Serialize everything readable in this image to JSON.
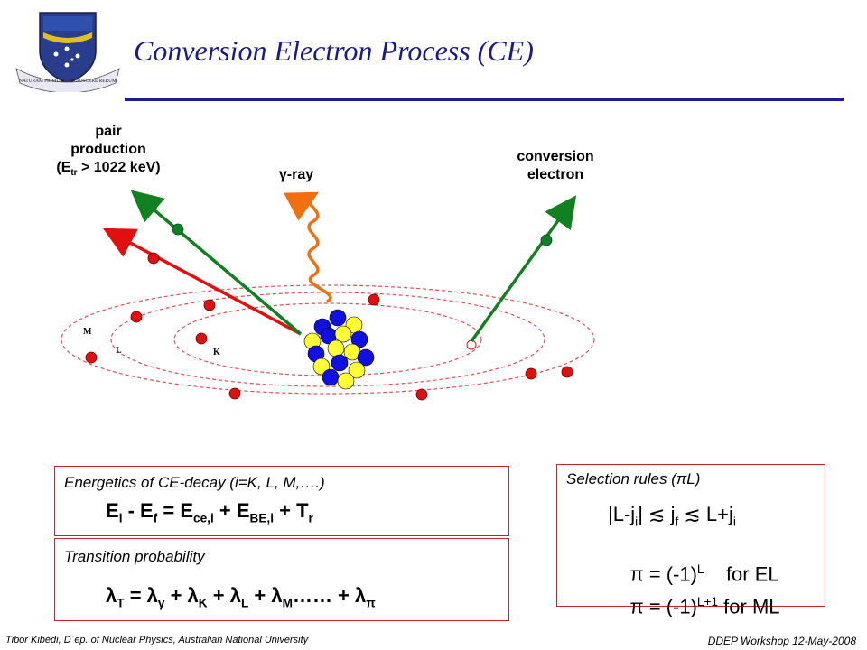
{
  "slide": {
    "title": "Conversion Electron Process (CE)"
  },
  "logo": {
    "motto": "NATURAM PRIMUM COGNOSCERE RERUM"
  },
  "diagram": {
    "pair_label_1": "pair",
    "pair_label_2": "production",
    "pair_label_3_prefix": "(E",
    "pair_label_3_sub": "tr",
    "pair_label_3_suffix": " > 1022 keV)",
    "gamma_label": "γ-ray",
    "conversion_label_1": "conversion",
    "conversion_label_2": "electron",
    "shell_m": "M",
    "shell_l": "L",
    "shell_k": "K",
    "colors": {
      "electron": "#e01010",
      "green": "#108020",
      "orange": "#f07010",
      "proton": "#ffff33",
      "neutron": "#1010e0",
      "orbit": "#e05050"
    }
  },
  "energetics": {
    "title": "Energetics of CE-decay (i=K, L, M,….)",
    "eq_E": "E",
    "eq_i": "i",
    "eq_minus": " - E",
    "eq_f": "f",
    "eq_equals": " = E",
    "eq_cei": "ce,i",
    "eq_plus1": " + E",
    "eq_bei": "BE,i",
    "eq_plus2": " + T",
    "eq_r": "r"
  },
  "transition": {
    "title": "Transition probability",
    "lam": "λ",
    "sub_T": "T",
    "eq1": " = λ",
    "sub_g": "γ",
    "eq2": " + λ",
    "sub_K": "K",
    "eq3": " + λ",
    "sub_L": "L",
    "eq4": " + λ",
    "sub_M": "M",
    "eq5": "…… + λ",
    "sub_pi": "π"
  },
  "selection": {
    "title_prefix": "Selection rules (",
    "title_pi": "π",
    "title_suffix": "L)",
    "r1_a": "|L-j",
    "r1_i": "i",
    "r1_b": "| ≲ j",
    "r1_f": "f",
    "r1_c": " ≲ L+j",
    "r1_i2": "i",
    "r2_a": "π = (-1)",
    "r2_sup": "L",
    "r2_b": "    for EL",
    "r3_a": "π = (-1)",
    "r3_sup": "L+1",
    "r3_b": " for ML"
  },
  "footer": {
    "left": "Tibor Kibèdi, D`ep. of Nuclear Physics, Australian National University",
    "right": "DDEP Workshop 12-May-2008"
  }
}
